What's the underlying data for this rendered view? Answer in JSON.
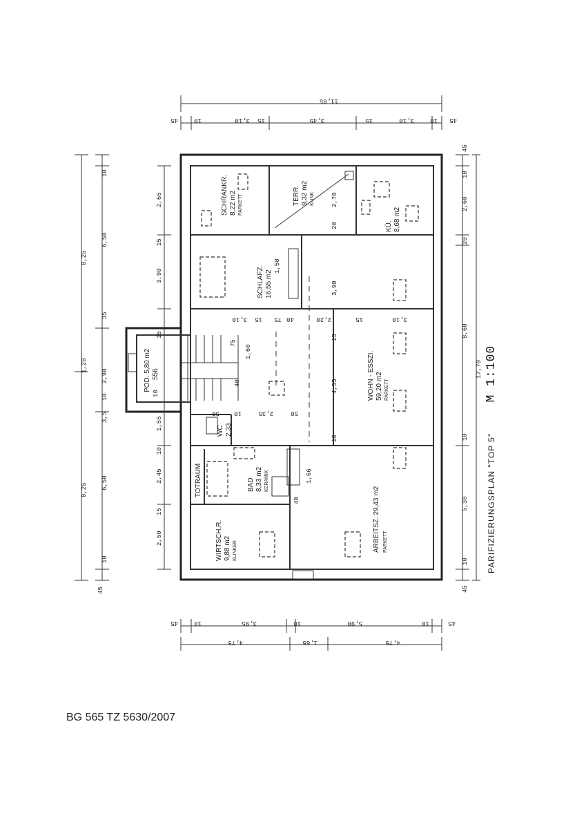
{
  "document_ref": "BG 565 TZ 5630/2007",
  "plan_title": "PARIFIZIERUNGSPLAN \"TOP 5\"",
  "scale": "M 1:100",
  "rooms": {
    "schrank": {
      "name": "SCHRANKR.",
      "area": "8,22 m2",
      "floor": "PARKETT"
    },
    "terr": {
      "name": "TERR.",
      "area": "9,32 m2",
      "floor": "KLINK."
    },
    "kue": {
      "name": "KÜ.",
      "area": "8,68 m2"
    },
    "schlaf": {
      "name": "SCHLAFZ.",
      "area": "16,55 m2"
    },
    "pod": {
      "name": "POD. 5,80 m2",
      "extra": "556"
    },
    "wohn": {
      "name": "WOHN - ESSZI.",
      "area": "59,20 m2",
      "floor": "PARKETT"
    },
    "wc": {
      "name": "WC",
      "area": "2,33"
    },
    "bad": {
      "name": "BAD",
      "area": "8,33 m2",
      "floor": "KERAMIK"
    },
    "totraum": {
      "name": "TOTRAUM"
    },
    "arbeit": {
      "name": "ARBEITSZ. 29,43 m2",
      "floor": "PARKETT"
    },
    "wirtsch": {
      "name": "WIRTSCH.R.",
      "area": "9,88 m2",
      "floor": "KLINKER"
    }
  },
  "dims_top": [
    "11,05",
    "45",
    "10",
    "3,10",
    "15",
    "3,45",
    "15",
    "3,10",
    "10",
    "45"
  ],
  "dims_bottom": [
    "45",
    "10",
    "3,95",
    "10",
    "5,90",
    "10",
    "45",
    "4,75",
    "1,65",
    "4,75"
  ],
  "dims_left": [
    "8,25",
    "6,50",
    "35",
    "1,20",
    "2,90",
    "8,25",
    "6,50",
    "45",
    "10",
    "10",
    "15",
    "3,5",
    "1,55",
    "10",
    "2,45",
    "15",
    "2,50",
    "10",
    "2,65",
    "15",
    "3,90"
  ],
  "dims_right": [
    "45",
    "10",
    "2,60",
    "20",
    "8,60",
    "17,70",
    "10",
    "5,30",
    "10",
    "45"
  ],
  "dims_inner": [
    "2,70",
    "20",
    "1,50",
    "3,90",
    "3,10",
    "15",
    "75",
    "40",
    "2,20",
    "15",
    "3,10",
    "15",
    "1,60",
    "75",
    "4,55",
    "40",
    "10",
    "2,35",
    "50",
    "10",
    "1,66",
    "40",
    "50",
    "10"
  ]
}
